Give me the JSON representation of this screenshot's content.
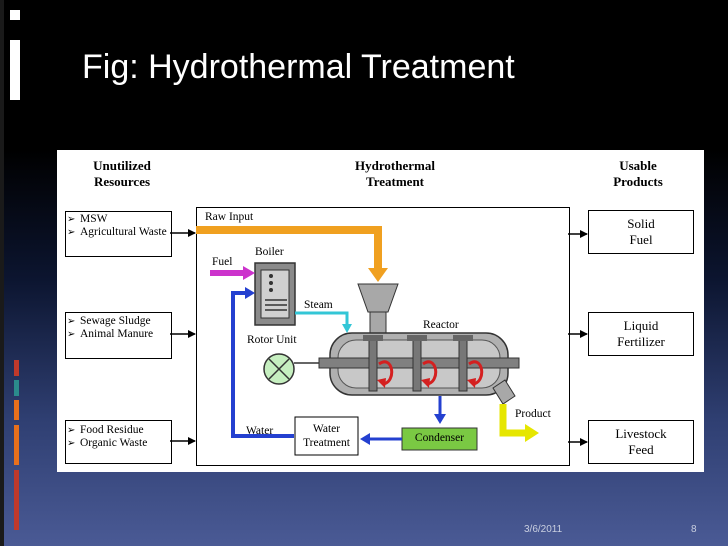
{
  "slide": {
    "title": "Fig: Hydrothermal Treatment",
    "date": "3/6/2011",
    "page_number": "8"
  },
  "diagram": {
    "headers": {
      "left": [
        "Unutilized",
        "Resources"
      ],
      "center": [
        "Hydrothermal",
        "Treatment"
      ],
      "right": [
        "Usable",
        "Products"
      ]
    },
    "resources": [
      [
        "MSW",
        "Agricultural Waste"
      ],
      [
        "Sewage Sludge",
        "Animal Manure"
      ],
      [
        "Food Residue",
        "Organic Waste"
      ]
    ],
    "products": [
      [
        "Solid",
        "Fuel"
      ],
      [
        "Liquid",
        "Fertilizer"
      ],
      [
        "Livestock",
        "Feed"
      ]
    ],
    "labels": {
      "raw_input": "Raw Input",
      "boiler": "Boiler",
      "fuel": "Fuel",
      "steam": "Steam",
      "reactor": "Reactor",
      "rotor_unit": "Rotor Unit",
      "product": "Product",
      "water": "Water",
      "water_treatment": [
        "Water",
        "Treatment"
      ],
      "condenser": "Condenser"
    },
    "bullet_glyph": "➢"
  },
  "colors": {
    "raw_input_arrow": "#f0a020",
    "fuel_arrow": "#cc33cc",
    "steam_arrow": "#33c6d6",
    "water_arrow": "#2440d0",
    "product_arrow": "#e6e600",
    "condenser_fill": "#7ac943",
    "rotor_fill": "#c6efc0",
    "reactor_body": "#b0b0b0",
    "edge_red": "#c0392b",
    "edge_orange": "#e8701c",
    "edge_teal": "#2b8c8c"
  }
}
